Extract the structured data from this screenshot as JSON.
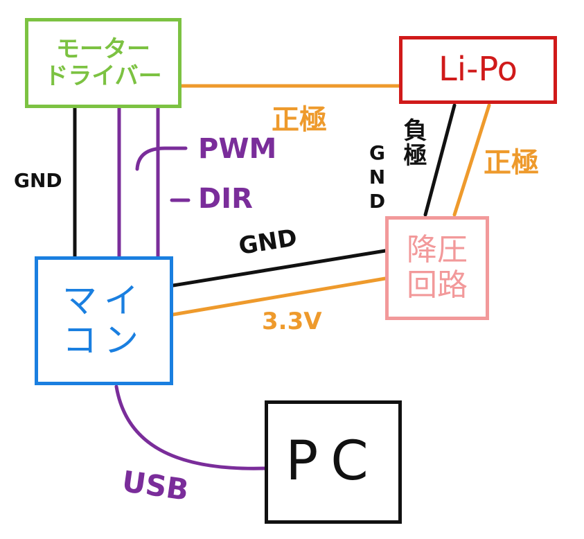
{
  "colors": {
    "green": "#7cc242",
    "red": "#d01a1a",
    "blue": "#1a7fe0",
    "pink": "#f2999a",
    "black": "#111111",
    "orange": "#ee9a2c",
    "purple": "#7a2d9a"
  },
  "nodes": {
    "motor_driver": {
      "line1": "モーター",
      "line2": "ドライバー"
    },
    "lipo": {
      "label": "Li-Po"
    },
    "microcontroller": {
      "line1": "マイ",
      "line2": "コン"
    },
    "regulator": {
      "line1": "降圧",
      "line2": "回路"
    },
    "pc": {
      "label": "PC"
    }
  },
  "edges": {
    "driver_lipo_positive": "正極",
    "driver_mcu_gnd": "GND",
    "pwm": "PWM",
    "dir": "DIR",
    "lipo_regulator_negative": "負極",
    "lipo_regulator_gnd": "GND",
    "lipo_regulator_positive": "正極",
    "mcu_regulator_gnd": "GND",
    "mcu_regulator_power": "3.3V",
    "mcu_pc_usb": "USB"
  }
}
